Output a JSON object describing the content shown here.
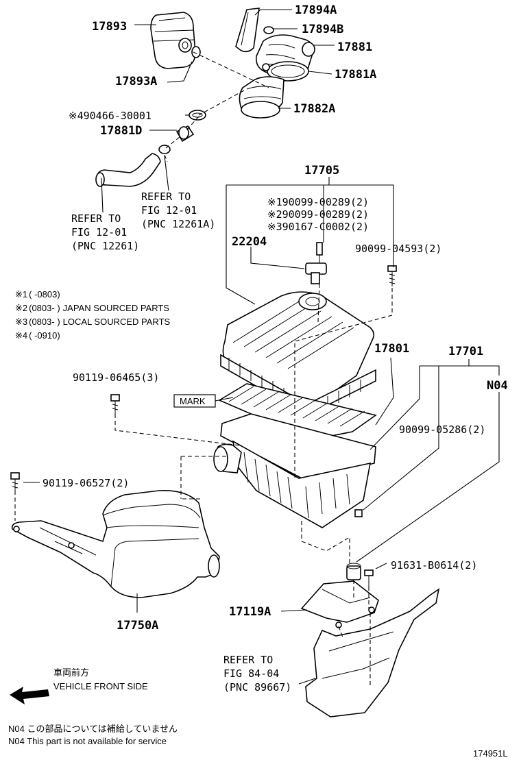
{
  "diagram_id": "174951L",
  "parts": {
    "p17893": "17893",
    "p17893A": "17893A",
    "p17894A": "17894A",
    "p17894B": "17894B",
    "p17881": "17881",
    "p17881A": "17881A",
    "p17882A": "17882A",
    "p90466": "※490466-30001",
    "p17881D": "17881D",
    "p17705": "17705",
    "p_n1": "※190099-00289(2)",
    "p_n2": "※290099-00289(2)",
    "p_n3": "※390167-C0002(2)",
    "p22204": "22204",
    "p90099_04593": "90099-04593(2)",
    "p17801": "17801",
    "p17701": "17701",
    "pN04": "N04",
    "p90119_06465": "90119-06465(3)",
    "p90099_05286": "90099-05286(2)",
    "p90119_06527": "90119-06527(2)",
    "p91631": "91631-B0614(2)",
    "p17119A": "17119A",
    "p17750A": "17750A",
    "mark": "MARK"
  },
  "refs": {
    "ref1": [
      "REFER TO",
      "FIG 12-01",
      "(PNC 12261)"
    ],
    "ref2": [
      "REFER TO",
      "FIG 12-01",
      "(PNC 12261A)"
    ],
    "ref3": [
      "REFER TO",
      "FIG 84-04",
      "(PNC 89667)"
    ]
  },
  "legend": [
    {
      "mark": "※1",
      "range": "(     -0803)",
      "desc": ""
    },
    {
      "mark": "※2",
      "range": "(0803-     )",
      "desc": "JAPAN SOURCED PARTS"
    },
    {
      "mark": "※3",
      "range": "(0803-     )",
      "desc": "LOCAL SOURCED PARTS"
    },
    {
      "mark": "※4",
      "range": "(     -0910)",
      "desc": ""
    }
  ],
  "front": {
    "jp": "車両前方",
    "en": "VEHICLE FRONT SIDE"
  },
  "n04_notes": {
    "jp": "N04  この部品については補給していません",
    "en": "N04  This part is not available for service"
  }
}
